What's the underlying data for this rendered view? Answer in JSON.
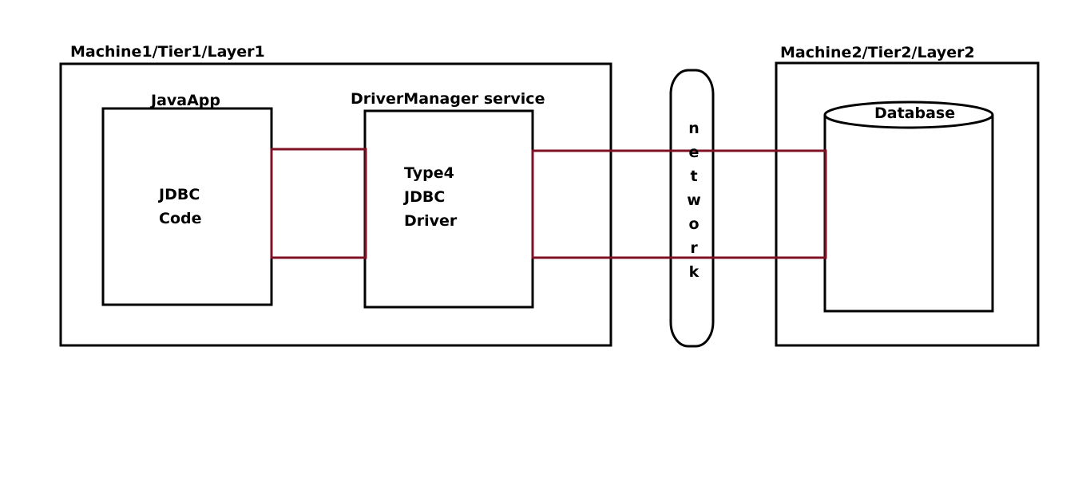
{
  "machine1": {
    "label": "Machine1/Tier1/Layer1",
    "java_app": {
      "title": "JavaApp",
      "lines": [
        "JDBC",
        "Code"
      ]
    },
    "driver_manager": {
      "title": "DriverManager service",
      "lines": [
        "Type4",
        "JDBC",
        "Driver"
      ]
    }
  },
  "network": {
    "letters": [
      "n",
      "e",
      "t",
      "w",
      "o",
      "r",
      "k"
    ]
  },
  "machine2": {
    "label": "Machine2/Tier2/Layer2",
    "database": {
      "title": "Database"
    }
  },
  "colors": {
    "outline": "#000000",
    "connector": "#7f1124",
    "background": "#ffffff"
  }
}
